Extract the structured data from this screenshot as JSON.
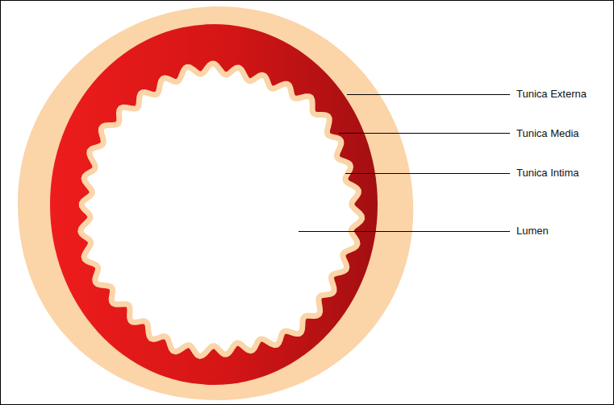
{
  "diagram": {
    "labels": [
      "Tunica Externa",
      "Tunica Media",
      "Tunica Intima",
      "Lumen"
    ]
  }
}
